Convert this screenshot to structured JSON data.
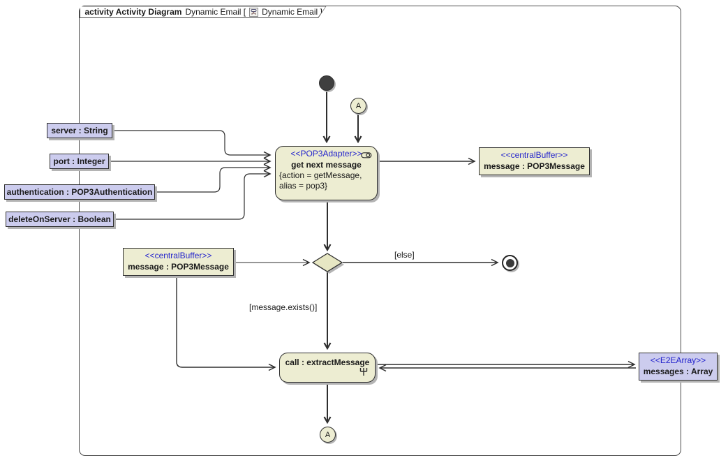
{
  "frame": {
    "title_bold": "activity Activity Diagram",
    "title_pre": "Dynamic Email [",
    "title_post": "Dynamic Email ]"
  },
  "nodes": {
    "pop3_action": {
      "stereotype": "<<POP3Adapter>>",
      "name": "get next message",
      "constraint_line1": "{action = getMessage,",
      "constraint_line2": "alias = pop3}"
    },
    "buffer_right": {
      "stereotype": "<<centralBuffer>>",
      "name": "message : POP3Message"
    },
    "buffer_left": {
      "stereotype": "<<centralBuffer>>",
      "name": "message : POP3Message"
    },
    "extract_action": {
      "name": "call : extractMessage"
    },
    "e2e_array": {
      "stereotype": "<<E2EArray>>",
      "name": "messages : Array"
    },
    "connector_top": {
      "label": "A"
    },
    "connector_bottom": {
      "label": "A"
    }
  },
  "parameters": [
    {
      "label": "server : String"
    },
    {
      "label": "port : Integer"
    },
    {
      "label": "authentication : POP3Authentication"
    },
    {
      "label": "deleteOnServer : Boolean"
    }
  ],
  "edges": {
    "else_guard": "[else]",
    "exists_guard": "[message.exists()]"
  },
  "colors": {
    "node_fill": "#ededd2",
    "parameter_fill": "#ccccee",
    "stereotype_text": "#2222cc",
    "line": "#2e2e2e",
    "shadow": "#b4b4b4"
  }
}
